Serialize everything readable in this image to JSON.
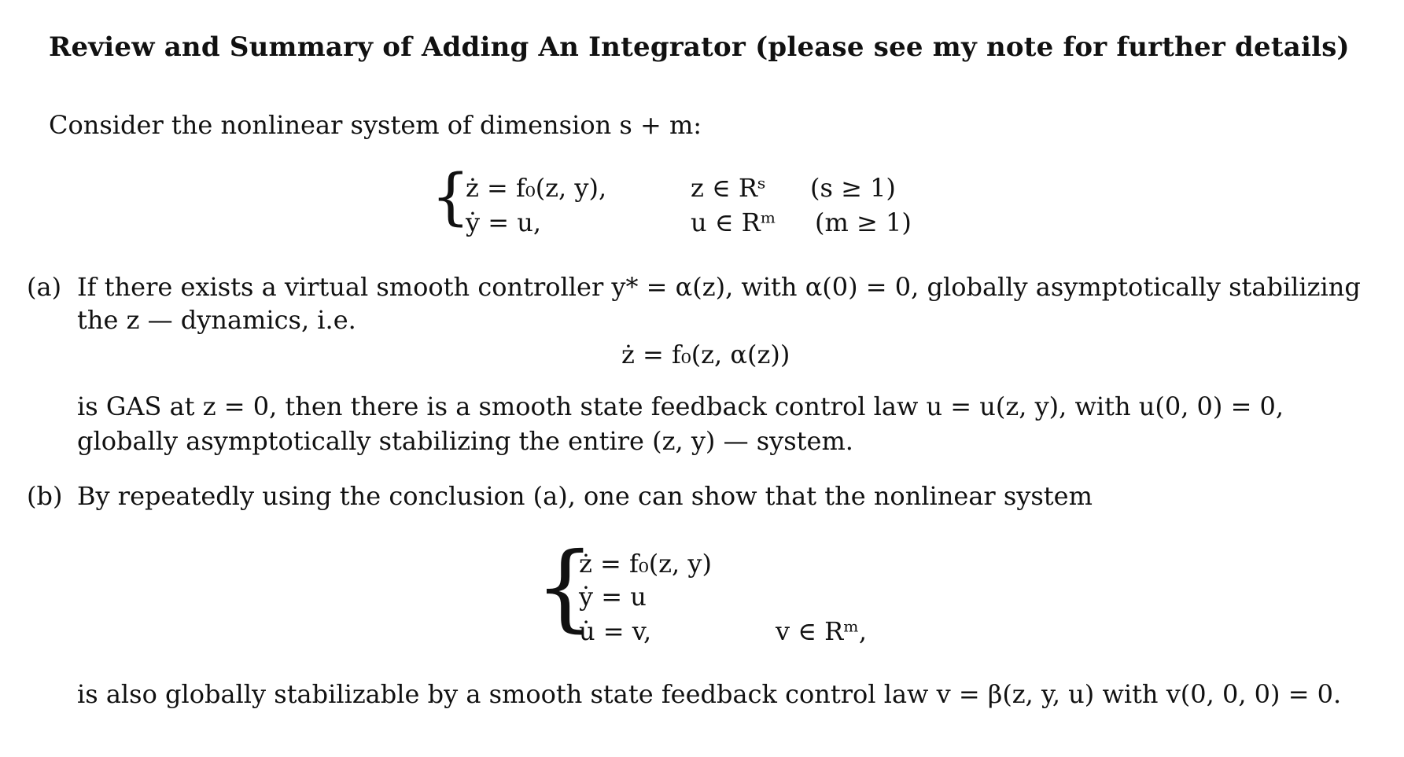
{
  "title": "Review and Summary of Adding An Integrator (please see my note for further details)",
  "intro": "Consider the nonlinear system of dimension s + m:",
  "system1": {
    "row1": {
      "eq": "ż = f₀(z, y),",
      "domain": "z ∈ Rˢ",
      "cond": "(s ≥ 1)"
    },
    "row2": {
      "eq": "ẏ = u,",
      "domain": "u ∈ Rᵐ",
      "cond": "(m ≥ 1)"
    }
  },
  "item_a": {
    "label": "(a)",
    "line1": "If there exists a virtual smooth controller y* = α(z), with α(0) = 0, globally asymptotically stabilizing",
    "line2": "the z — dynamics, i.e.",
    "equation": "ż = f₀(z, α(z))",
    "line3": "is GAS at z = 0, then there is a smooth state feedback control law u = u(z, y), with u(0, 0) = 0,",
    "line4": "globally asymptotically stabilizing the entire (z, y) — system."
  },
  "item_b": {
    "label": "(b)",
    "line1": "By repeatedly using the conclusion (a), one can show that the nonlinear system",
    "system2": {
      "row1": "ż = f₀(z, y)",
      "row2": "ẏ = u",
      "row3": "u̇ = v,",
      "domain": "v ∈ Rᵐ,"
    },
    "line2": "is also globally stabilizable by a smooth state feedback control law v = β(z, y, u) with v(0, 0, 0) = 0."
  }
}
